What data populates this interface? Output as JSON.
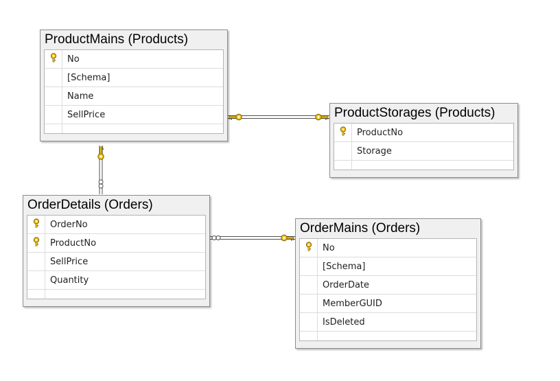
{
  "tables": [
    {
      "title": "ProductMains (Products)",
      "columns": [
        {
          "name": "No",
          "pk": true
        },
        {
          "name": "[Schema]",
          "pk": false
        },
        {
          "name": "Name",
          "pk": false
        },
        {
          "name": "SellPrice",
          "pk": false
        }
      ]
    },
    {
      "title": "ProductStorages (Products)",
      "columns": [
        {
          "name": "ProductNo",
          "pk": true
        },
        {
          "name": "Storage",
          "pk": false
        }
      ]
    },
    {
      "title": "OrderDetails (Orders)",
      "columns": [
        {
          "name": "OrderNo",
          "pk": true
        },
        {
          "name": "ProductNo",
          "pk": true
        },
        {
          "name": "SellPrice",
          "pk": false
        },
        {
          "name": "Quantity",
          "pk": false
        }
      ]
    },
    {
      "title": "OrderMains (Orders)",
      "columns": [
        {
          "name": "No",
          "pk": true
        },
        {
          "name": "[Schema]",
          "pk": false
        },
        {
          "name": "OrderDate",
          "pk": false
        },
        {
          "name": "MemberGUID",
          "pk": false
        },
        {
          "name": "IsDeleted",
          "pk": false
        }
      ]
    }
  ],
  "relationships": [
    {
      "from": "ProductMains (Products)",
      "to": "ProductStorages (Products)",
      "from_end": "one",
      "to_end": "one"
    },
    {
      "from": "ProductMains (Products)",
      "to": "OrderDetails (Orders)",
      "from_end": "one",
      "to_end": "many"
    },
    {
      "from": "OrderDetails (Orders)",
      "to": "OrderMains (Orders)",
      "from_end": "many",
      "to_end": "one"
    }
  ],
  "colors": {
    "key_fill": "#f2c81b",
    "key_stroke": "#7a5a00",
    "connector": "#505050"
  },
  "icons": {
    "primary_key": "key-icon"
  }
}
